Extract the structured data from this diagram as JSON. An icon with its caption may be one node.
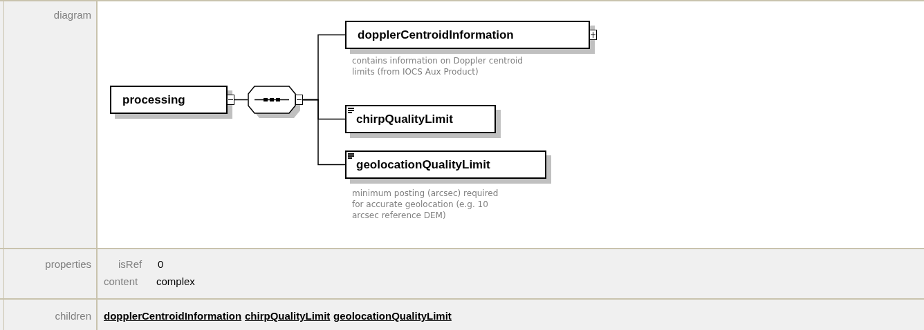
{
  "diagram": {
    "nodes": [
      {
        "text": [
          "processing"
        ]
      },
      {
        "text": [],
        "shape": "octagon"
      },
      {
        "text": [
          "dopplerCentroidInformation"
        ],
        "beside": [
          "contains information on Doppler centroid limits (from IOCS Aux Product)"
        ]
      },
      {
        "text": [
          "chirpQualityLimit"
        ]
      },
      {
        "text": [
          "geolocationQualityLimit"
        ],
        "beside": [
          "minimum posting (arcsec) required for accurate geolocation (e.g. 10 arcsec reference DEM)"
        ]
      }
    ],
    "edges": [
      {
        "from": 0,
        "to": 1,
        "arrow": "none"
      },
      {
        "from": 1,
        "to": 2,
        "arrow": "none"
      },
      {
        "from": 1,
        "to": 3,
        "arrow": "none"
      },
      {
        "from": 1,
        "to": 4,
        "arrow": "none"
      }
    ],
    "labels": [
      "diagram",
      "properties",
      "isRef",
      "0",
      "content",
      "complex",
      "children",
      "dopplerCentroidInformation",
      "chirpQualityLimit",
      "geolocationQualityLimit"
    ]
  }
}
